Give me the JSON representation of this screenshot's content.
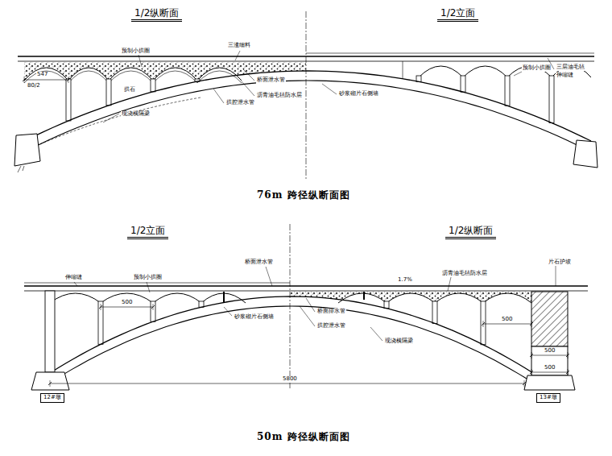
{
  "diagram": {
    "labels": [
      "1/2纵断面",
      "1/2立面",
      "三渣细料",
      "预制小拱圈",
      "547",
      "80/2",
      "拱石",
      "桥面泄水管",
      "拱腔泄水管",
      "沥青油毛毡防水层",
      "现浇横隔梁",
      "砂浆砌片石侧墙",
      "预制小拱圈",
      "三层油毛毡",
      "伸缩缝",
      "76m 跨径纵断面图",
      "1/2立面",
      "1/2纵断面",
      "伸缩缝",
      "预制小拱圈",
      "桥面泄水管",
      "500",
      "砂浆砌片石侧墙",
      "沥青油毛毡防水层",
      "1.7%",
      "片石护坡",
      "桥面排水管",
      "拱腔泄水管",
      "现浇横隔梁",
      "500",
      "500",
      "5800",
      "500",
      "12#墩",
      "13#墩",
      "50m 跨径纵断面图"
    ]
  }
}
